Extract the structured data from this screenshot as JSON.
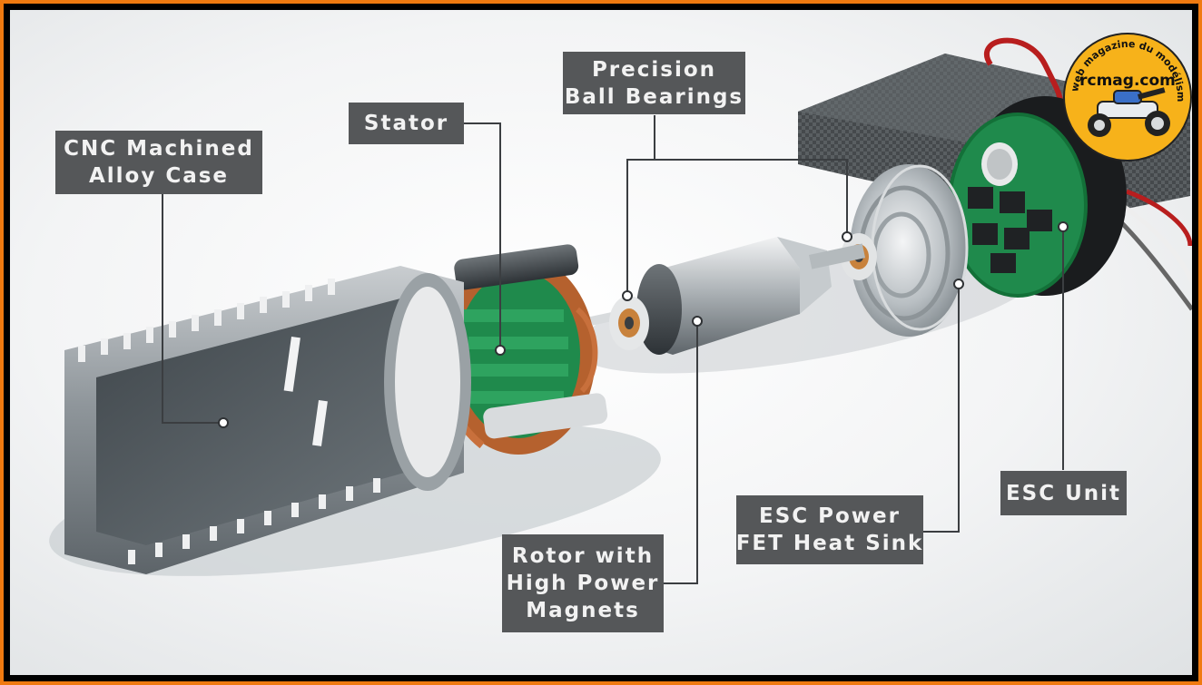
{
  "labels": {
    "case": [
      "CNC Machined",
      "Alloy Case"
    ],
    "stator": [
      "Stator"
    ],
    "bearings": [
      "Precision",
      "Ball Bearings"
    ],
    "rotor": [
      "Rotor with",
      "High Power",
      "Magnets"
    ],
    "heatsink": [
      "ESC Power",
      "FET Heat Sink"
    ],
    "esc": [
      "ESC Unit"
    ]
  },
  "logo": {
    "name": "rcmag.com",
    "tagline": "Le web magazine du modélisme"
  },
  "colors": {
    "frame": "#f07a10",
    "label_bg": "#555759",
    "label_text": "#f2f2f2",
    "pcb": "#1f8a4c",
    "copper": "#b5612e",
    "logo_yellow": "#f7b21a"
  }
}
